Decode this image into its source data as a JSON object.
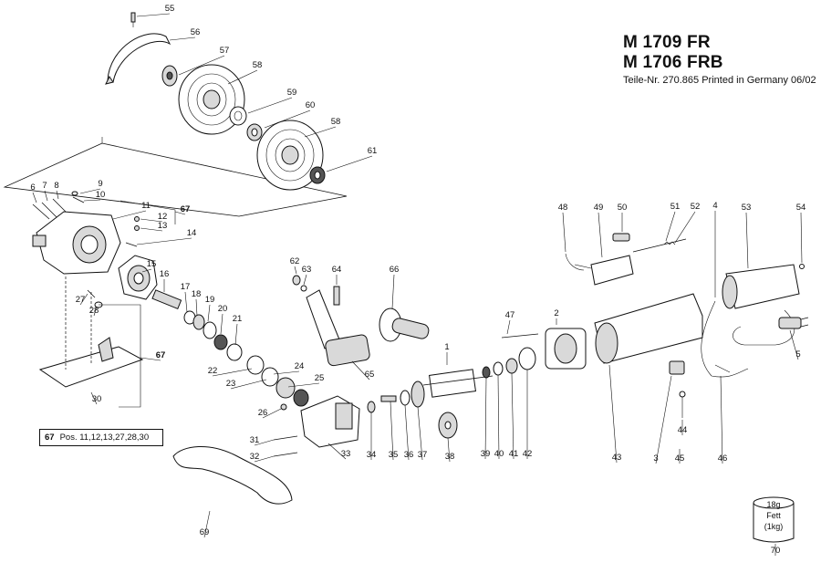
{
  "header": {
    "model_1": "M 1709 FR",
    "model_2": "M 1706 FRB",
    "part_info": "Teile-Nr. 270.865 Printed in Germany 06/02"
  },
  "legend": {
    "ref": "67",
    "text": "Pos. 11,12,13,27,28,30"
  },
  "grease_tub": {
    "amount": "18g",
    "label": "Fett",
    "weight": "(1kg)"
  },
  "callouts": [
    "1",
    "2",
    "3",
    "4",
    "5",
    "6",
    "7",
    "8",
    "9",
    "10",
    "11",
    "12",
    "13",
    "14",
    "15",
    "16",
    "17",
    "18",
    "19",
    "20",
    "21",
    "22",
    "23",
    "24",
    "25",
    "26",
    "27",
    "28",
    "30",
    "31",
    "32",
    "33",
    "34",
    "35",
    "36",
    "37",
    "38",
    "39",
    "40",
    "41",
    "42",
    "43",
    "44",
    "45",
    "46",
    "47",
    "48",
    "49",
    "50",
    "51",
    "52",
    "53",
    "54",
    "55",
    "56",
    "57",
    "58",
    "59",
    "60",
    "61",
    "62",
    "63",
    "64",
    "65",
    "66",
    "67",
    "69",
    "70"
  ]
}
